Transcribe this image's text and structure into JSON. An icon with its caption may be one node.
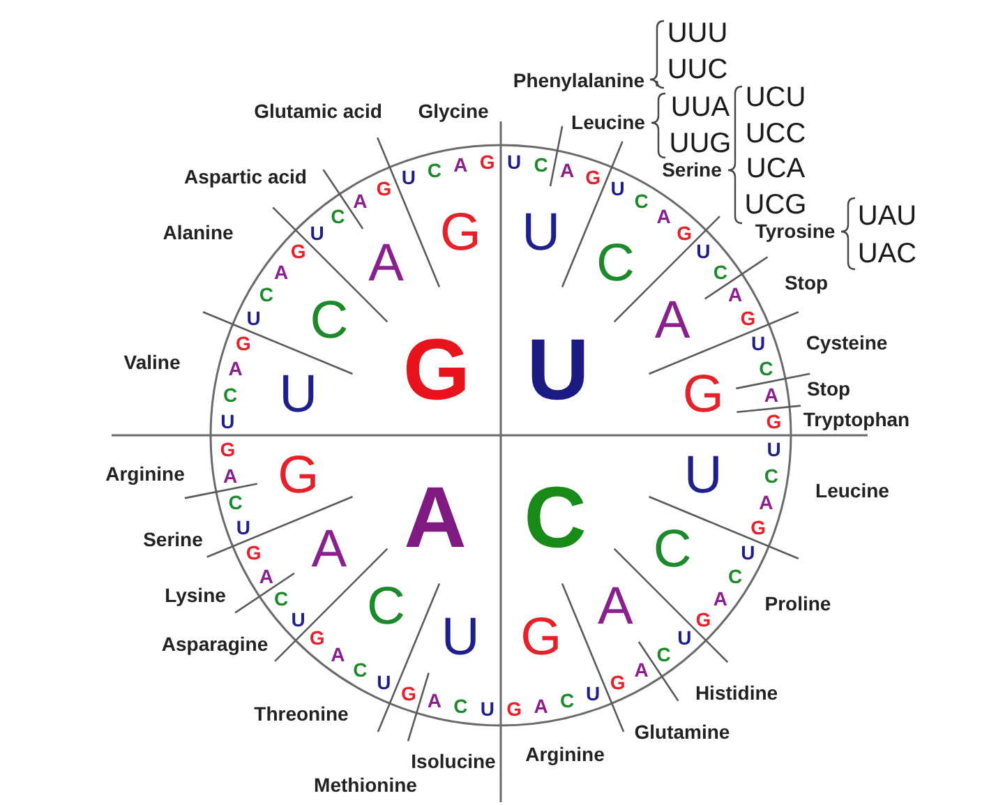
{
  "diagram": {
    "labels": [
      "G",
      "U",
      "A",
      "C",
      "U",
      "C",
      "A",
      "G",
      "U",
      "C",
      "A",
      "G",
      "U",
      "C",
      "A",
      "G",
      "U",
      "C",
      "A",
      "G",
      "U",
      "C",
      "A",
      "G",
      "U",
      "C",
      "A",
      "G",
      "U",
      "C",
      "A",
      "G",
      "U",
      "C",
      "A",
      "G",
      "U",
      "C",
      "A",
      "G",
      "U",
      "C",
      "A",
      "G",
      "U",
      "C",
      "A",
      "G",
      "U",
      "C",
      "A",
      "G",
      "U",
      "C",
      "A",
      "G",
      "U",
      "C",
      "A",
      "G",
      "U",
      "C",
      "A",
      "G",
      "U",
      "C",
      "A",
      "G",
      "U",
      "C",
      "A",
      "G",
      "U",
      "C",
      "A",
      "G",
      "U",
      "C",
      "A",
      "G",
      "U",
      "C",
      "A",
      "G",
      "UUU",
      "UUC",
      "Phenylalanine",
      "UCU",
      "UUA",
      "Glutamic acid",
      "Glycine",
      "Leucine",
      "UCC",
      "UUG",
      "UCA",
      "Serine",
      "Aspartic acid",
      "UCG",
      "UAU",
      "Tyrosine",
      "Alanine",
      "UAC",
      "Stop",
      "Cysteine",
      "Valine",
      "Stop",
      "Tryptophan",
      "Arginine",
      "Leucine",
      "Serine",
      "Lysine",
      "Proline",
      "Asparagine",
      "Histidine",
      "Threonine",
      "Glutamine",
      "Arginine",
      "Isolucine",
      "Methionine"
    ]
  }
}
